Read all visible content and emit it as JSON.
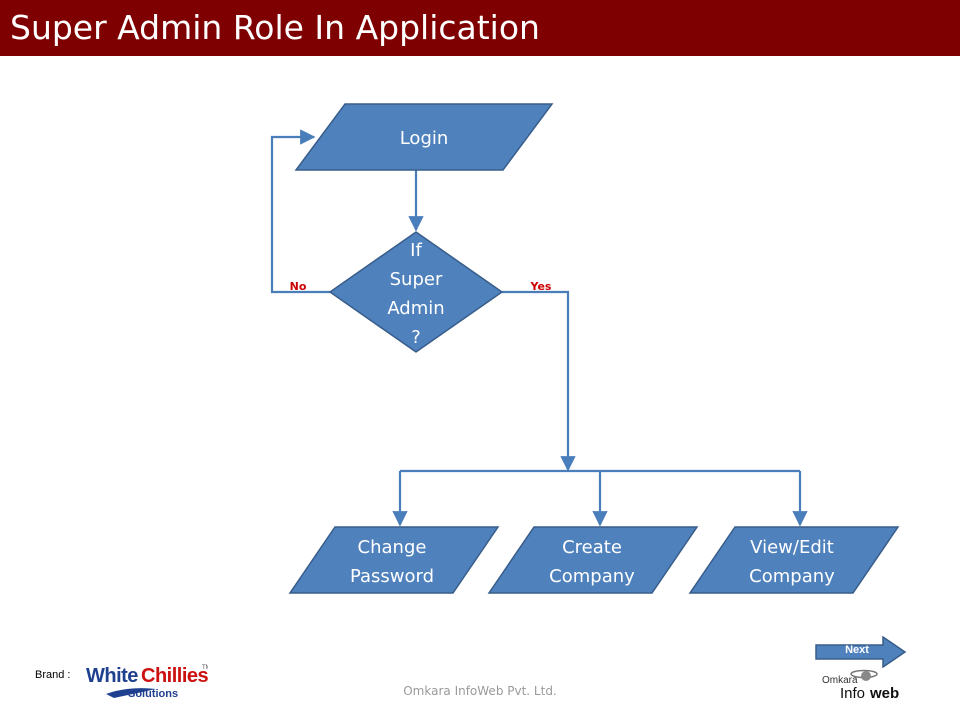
{
  "header": {
    "title": "Super Admin Role In Application"
  },
  "flowchart": {
    "login": "Login",
    "decision": [
      "If",
      "Super",
      "Admin",
      "?"
    ],
    "no_label": "No",
    "yes_label": "Yes",
    "actions": [
      {
        "line1": "Change",
        "line2": "Password"
      },
      {
        "line1": "Create",
        "line2": "Company"
      },
      {
        "line1": "View/Edit",
        "line2": "Company"
      }
    ]
  },
  "footer": {
    "brand_label": "Brand :",
    "brand_logo_text": "WhiteChillies Solutions",
    "company": "Omkara InfoWeb Pvt. Ltd.",
    "next_label": "Next",
    "infoweb_logo_text": "Omkara Infoweb"
  },
  "colors": {
    "title_bar": "#7f0000",
    "shape_fill": "#4f81bd",
    "shape_stroke": "#385d8a",
    "connector": "#4a7ebb",
    "branch_label": "#cc0000"
  }
}
